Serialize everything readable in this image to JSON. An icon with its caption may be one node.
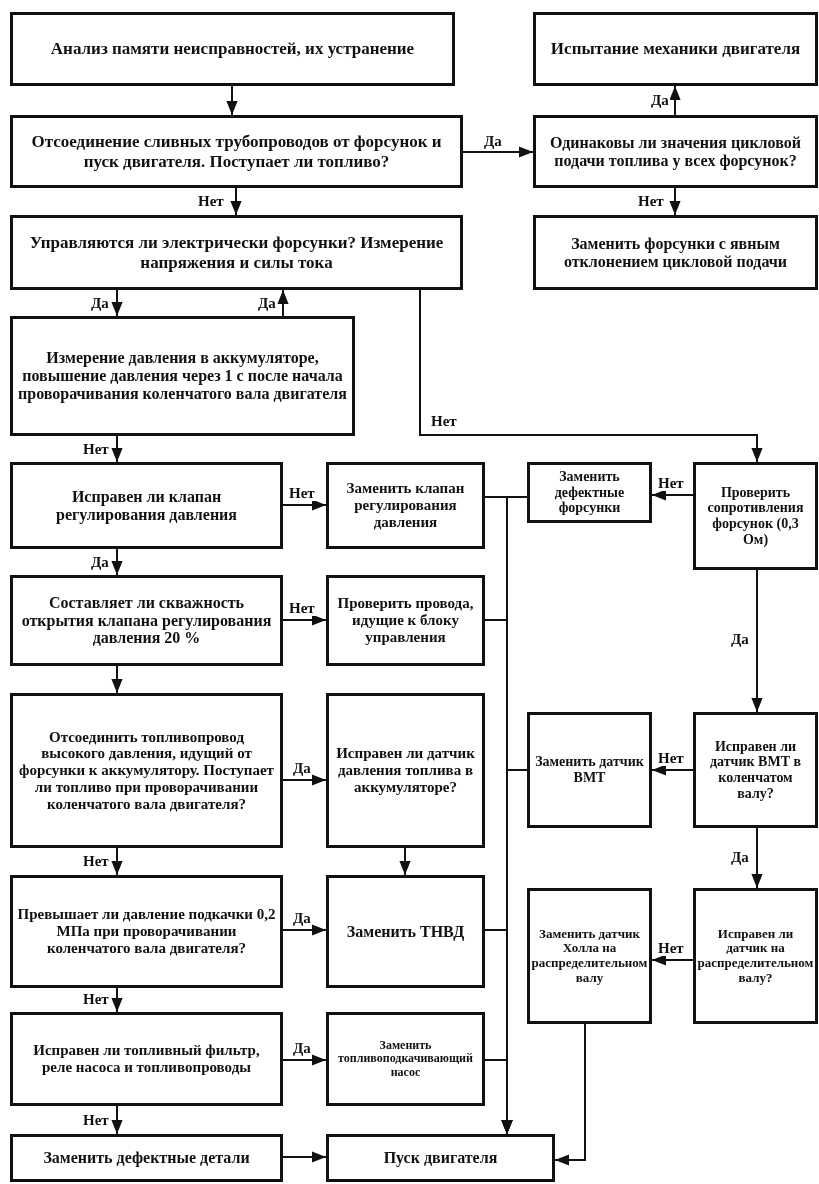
{
  "diagram": {
    "nodes": [
      {
        "text": [
          "Анализ памяти неисправностей, их устранение"
        ]
      },
      {
        "text": [
          "Испытание механики двигателя"
        ]
      },
      {
        "text": [
          "Отсоединение сливных трубопроводов от форсунок и пуск двигателя. Поступает ли топливо?"
        ]
      },
      {
        "text": [
          "Одинаковы ли значения цикловой подачи топлива у всех форсунок?"
        ]
      },
      {
        "text": [
          "Управляются ли электрически форсунки? Измерение напряжения и силы тока"
        ]
      },
      {
        "text": [
          "Заменить форсунки с явным отклонением цикловой подачи"
        ]
      },
      {
        "text": [
          "Измерение давления в аккумуляторе, повышение давления через 1 с после начала проворачивания коленчатого вала двигателя"
        ]
      },
      {
        "text": [
          "Исправен ли клапан регулирования давления"
        ]
      },
      {
        "text": [
          "Заменить клапан регулирования давления"
        ]
      },
      {
        "text": [
          "Заменить дефектные форсунки"
        ]
      },
      {
        "text": [
          "Проверить сопротивления форсунок (0,3 Ом)"
        ]
      },
      {
        "text": [
          "Составляет ли скважность открытия клапана регулирования давления 20 %"
        ]
      },
      {
        "text": [
          "Проверить провода, идущие к блоку управления"
        ]
      },
      {
        "text": [
          "Отсоединить топливопровод высокого давления, идущий от форсунки к аккумулятору. Поступает ли топливо при проворачивании коленчатого вала двигателя?"
        ]
      },
      {
        "text": [
          "Исправен ли датчик давления топлива в аккумуляторе?"
        ]
      },
      {
        "text": [
          "Заменить датчик ВМТ"
        ]
      },
      {
        "text": [
          "Исправен ли датчик ВМТ в коленчатом валу?"
        ]
      },
      {
        "text": [
          "Превышает ли давление подкачки 0,2 МПа при проворачивании коленчатого вала двигателя?"
        ]
      },
      {
        "text": [
          "Заменить ТНВД"
        ]
      },
      {
        "text": [
          "Заменить датчик Холла на распределительном валу"
        ]
      },
      {
        "text": [
          "Исправен ли датчик на распределительном валу?"
        ]
      },
      {
        "text": [
          "Исправен ли топливный фильтр, реле насоса и топливопроводы"
        ]
      },
      {
        "text": [
          "Заменить топливоподкачивающий насос"
        ]
      },
      {
        "text": [
          "Заменить дефектные детали"
        ]
      },
      {
        "text": [
          "Пуск двигателя"
        ]
      }
    ],
    "edges": [
      {
        "from": 0,
        "to": 2,
        "arrow": "to"
      },
      {
        "from": 2,
        "to": 3,
        "arrow": "to",
        "label": "Да"
      },
      {
        "from": 3,
        "to": 1,
        "arrow": "to",
        "label": "Да"
      },
      {
        "from": 3,
        "to": 5,
        "arrow": "to",
        "label": "Нет"
      },
      {
        "from": 2,
        "to": 4,
        "arrow": "to",
        "label": "Нет"
      },
      {
        "from": 4,
        "to": 6,
        "arrow": "to",
        "label": "Да"
      },
      {
        "from": 6,
        "to": 4,
        "arrow": "to",
        "label": "Да"
      },
      {
        "from": 4,
        "to": 10,
        "arrow": "to",
        "label": "Нет"
      },
      {
        "from": 6,
        "to": 7,
        "arrow": "to",
        "label": "Нет"
      },
      {
        "from": 7,
        "to": 8,
        "arrow": "to",
        "label": "Нет"
      },
      {
        "from": 10,
        "to": 9,
        "arrow": "to",
        "label": "Нет"
      },
      {
        "from": 7,
        "to": 11,
        "arrow": "to",
        "label": "Да"
      },
      {
        "from": 11,
        "to": 12,
        "arrow": "to",
        "label": "Нет"
      },
      {
        "from": 11,
        "to": 13,
        "arrow": "to"
      },
      {
        "from": 13,
        "to": 14,
        "arrow": "to",
        "label": "Да"
      },
      {
        "from": 14,
        "to": 18,
        "arrow": "to"
      },
      {
        "from": 13,
        "to": 17,
        "arrow": "to",
        "label": "Нет"
      },
      {
        "from": 17,
        "to": 18,
        "arrow": "to",
        "label": "Да"
      },
      {
        "from": 17,
        "to": 21,
        "arrow": "to",
        "label": "Нет"
      },
      {
        "from": 21,
        "to": 22,
        "arrow": "to",
        "label": "Да"
      },
      {
        "from": 21,
        "to": 23,
        "arrow": "to",
        "label": "Нет"
      },
      {
        "from": 23,
        "to": 24,
        "arrow": "to"
      },
      {
        "from": 10,
        "to": 16,
        "arrow": "to",
        "label": "Да"
      },
      {
        "from": 16,
        "to": 15,
        "arrow": "to",
        "label": "Нет"
      },
      {
        "from": 16,
        "to": 20,
        "arrow": "to",
        "label": "Да"
      },
      {
        "from": 20,
        "to": 19,
        "arrow": "to",
        "label": "Нет"
      },
      {
        "from": 19,
        "to": 24,
        "arrow": "to"
      },
      {
        "from": 8,
        "to": 24,
        "arrow": "to"
      },
      {
        "from": 9,
        "to": 24,
        "arrow": "to"
      },
      {
        "from": 12,
        "to": 24,
        "arrow": "to"
      },
      {
        "from": 15,
        "to": 24,
        "arrow": "to"
      },
      {
        "from": 18,
        "to": 24,
        "arrow": "to"
      },
      {
        "from": 22,
        "to": 24,
        "arrow": "to"
      }
    ]
  }
}
